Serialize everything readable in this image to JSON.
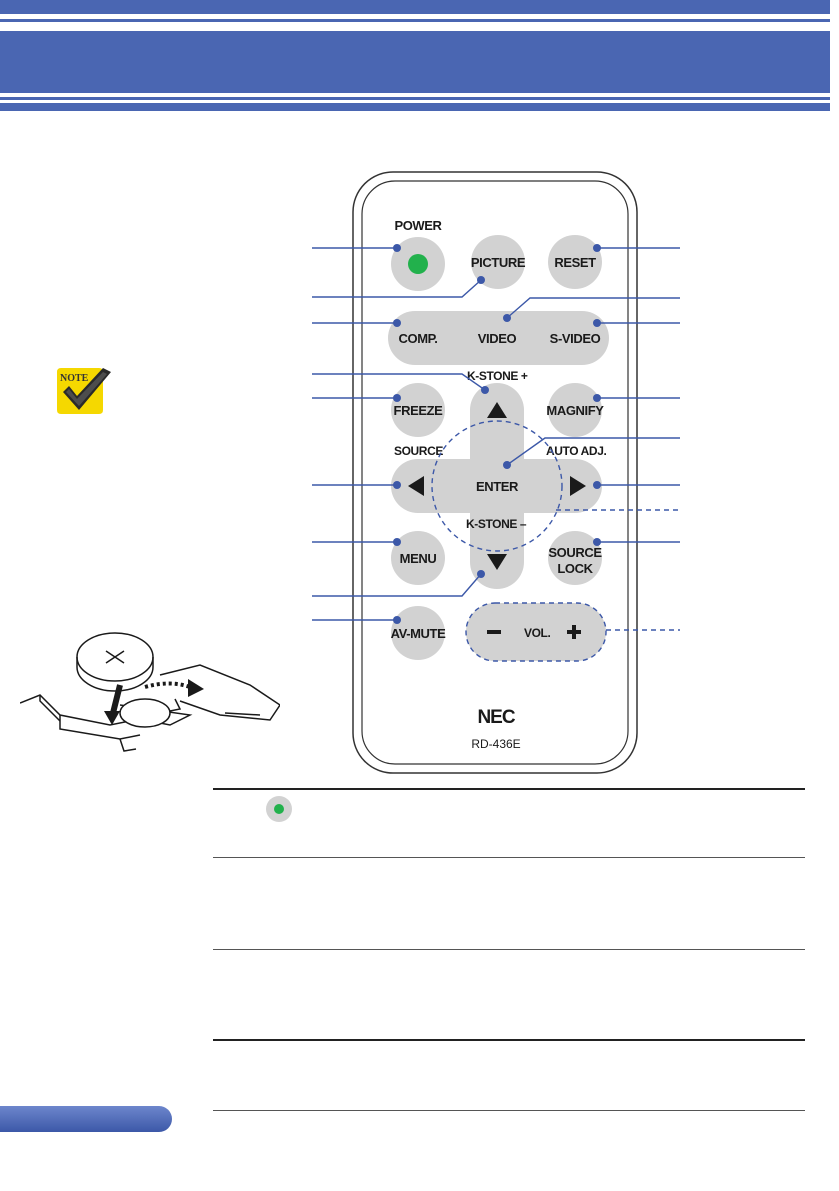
{
  "remote": {
    "buttons": {
      "power_label": "POWER",
      "picture": "PICTURE",
      "reset": "RESET",
      "comp": "COMP.",
      "video": "VIDEO",
      "svideo": "S-VIDEO",
      "kstone_plus": "K-STONE +",
      "freeze": "FREEZE",
      "magnify": "MAGNIFY",
      "source": "SOURCE",
      "auto_adj": "AUTO ADJ.",
      "enter": "ENTER",
      "kstone_minus": "K-STONE –",
      "menu": "MENU",
      "source_lock_1": "SOURCE",
      "source_lock_2": "LOCK",
      "av_mute": "AV-MUTE",
      "vol": "VOL.",
      "vol_minus": "–",
      "vol_plus": "+"
    },
    "brand": "NEC",
    "model": "RD-436E"
  },
  "note_icon": {
    "text": "NOTE",
    "icon": "checkmark-note-icon",
    "color": "#f5d800"
  },
  "colors": {
    "header_blue": "#4a66b2",
    "callout_blue": "#3c58a8",
    "power_green": "#22b14c"
  }
}
